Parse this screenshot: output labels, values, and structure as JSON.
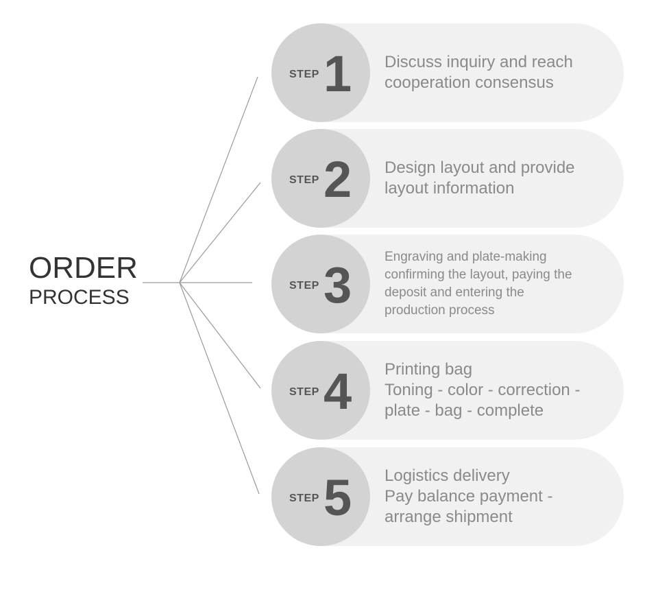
{
  "title": {
    "line1": "ORDER",
    "line2": "PROCESS"
  },
  "steps": [
    {
      "label": "STEP",
      "number": "1",
      "lines": [
        "Discuss inquiry and reach",
        "cooperation consensus"
      ]
    },
    {
      "label": "STEP",
      "number": "2",
      "lines": [
        "Design layout and provide",
        "layout information"
      ]
    },
    {
      "label": "STEP",
      "number": "3",
      "lines": [
        "Engraving and plate-making",
        "confirming the layout, paying the",
        "deposit and entering the",
        "production process"
      ]
    },
    {
      "label": "STEP",
      "number": "4",
      "lines": [
        "Printing bag",
        "Toning - color - correction -",
        "plate - bag - complete"
      ]
    },
    {
      "label": "STEP",
      "number": "5",
      "lines": [
        "Logistics delivery",
        "Pay balance payment -",
        "arrange shipment"
      ]
    }
  ],
  "colors": {
    "pill_background": "#f1f1f1",
    "badge_background": "#d3d3d3",
    "badge_text": "#555555",
    "step_text": "#8a8a8a",
    "title_text": "#333333",
    "connector_line": "#9a9a9a"
  }
}
